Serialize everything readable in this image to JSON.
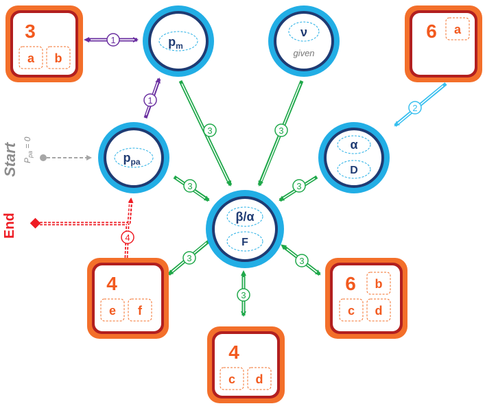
{
  "colors": {
    "node_ring_outer": "#22aee5",
    "node_ring_inner": "#1f3b73",
    "node_text": "#1f3b73",
    "box_outer": "#f36f2a",
    "box_inner": "#b21f1f",
    "box_text": "#f25a1f",
    "green": "#1fa84a",
    "purple": "#6a2fa0",
    "cyan": "#38bfef",
    "grey": "#a6a6a6",
    "red": "#ee1c24"
  },
  "nodes": {
    "pm": {
      "label": "p",
      "sub": "m"
    },
    "nu": {
      "label": "ν",
      "note": "given"
    },
    "ppa": {
      "label": "p",
      "sub": "pa"
    },
    "alpha": {
      "label": "α",
      "label2": "D"
    },
    "beta": {
      "label": "β/α",
      "label2": "F"
    }
  },
  "boxes": {
    "top_left": {
      "number": "3",
      "cells": [
        "a",
        "b"
      ]
    },
    "top_right": {
      "number": "6",
      "cells": [
        "a"
      ]
    },
    "bottom_left": {
      "number": "4",
      "cells": [
        "e",
        "f"
      ]
    },
    "bottom_right": {
      "number": "6",
      "cells": [
        "b",
        "c",
        "d"
      ]
    },
    "bottom_center": {
      "number": "4",
      "cells": [
        "c",
        "d"
      ]
    }
  },
  "steps": {
    "pm_box": "1",
    "ppa_pm": "1",
    "box_alpha": "2",
    "pm_beta": "3",
    "nu_beta": "3",
    "ppa_beta": "3",
    "alpha_beta": "3",
    "beta_boxleft": "3",
    "beta_boxright": "3",
    "beta_boxcenter": "3",
    "end": "4"
  },
  "start": {
    "label": "Start",
    "formula": "P",
    "formula_sub": "pa",
    "formula_tail": " = 0"
  },
  "end": {
    "label": "End"
  }
}
